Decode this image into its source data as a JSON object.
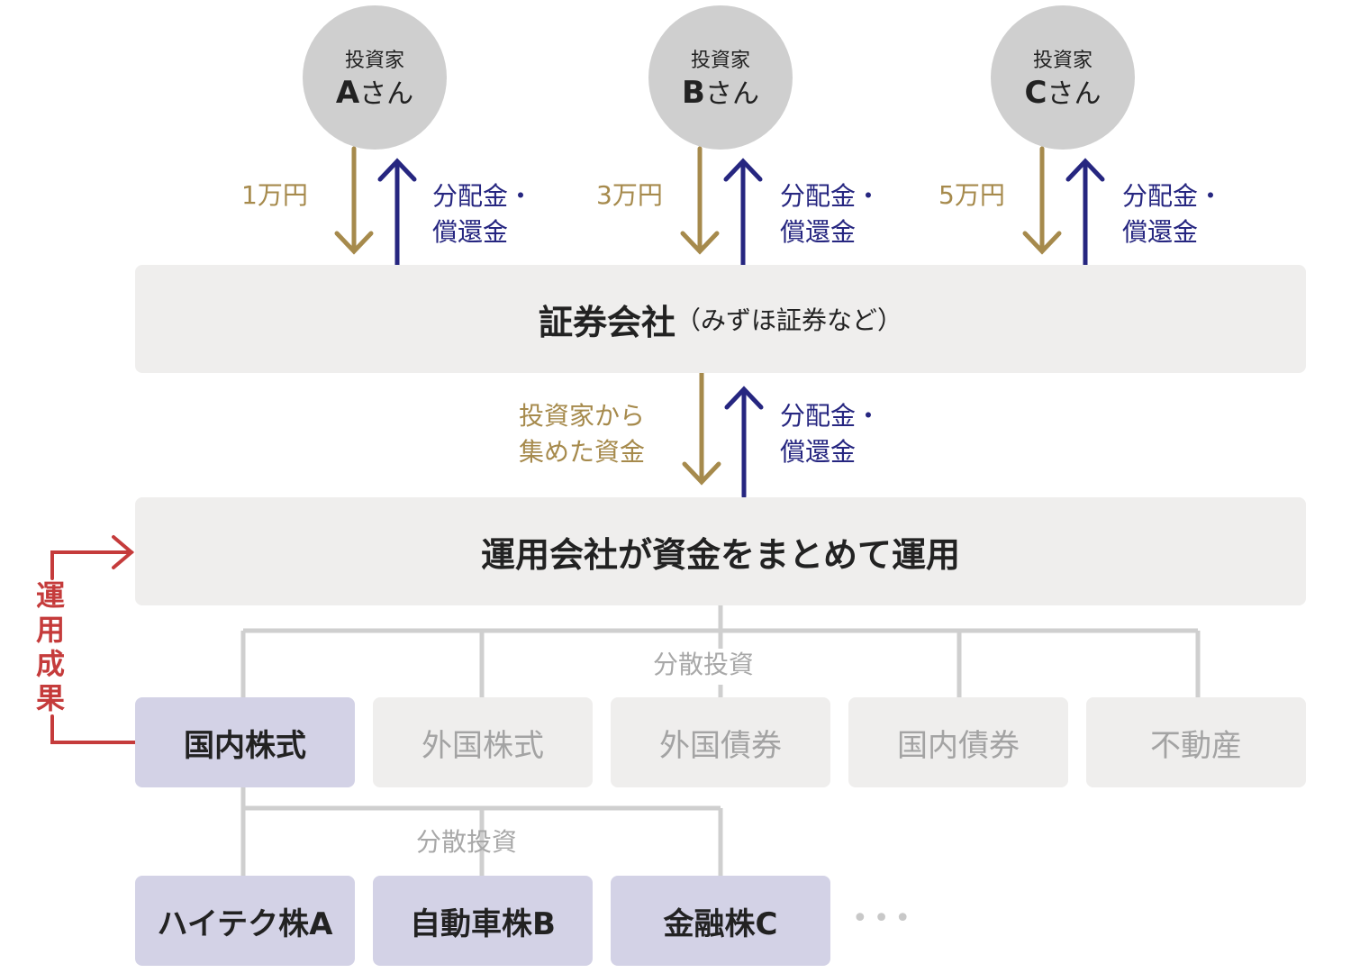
{
  "investors": [
    {
      "label": "投資家",
      "name": "A",
      "suffix": "さん",
      "amount": "1万円",
      "return": [
        "分配金・",
        "償還金"
      ]
    },
    {
      "label": "投資家",
      "name": "B",
      "suffix": "さん",
      "amount": "3万円",
      "return": [
        "分配金・",
        "償還金"
      ]
    },
    {
      "label": "投資家",
      "name": "C",
      "suffix": "さん",
      "amount": "5万円",
      "return": [
        "分配金・",
        "償還金"
      ]
    }
  ],
  "securities": {
    "title": "証券会社",
    "subtitle": "（みずほ証券など）"
  },
  "middle_flow": {
    "down": [
      "投資家から",
      "集めた資金"
    ],
    "up": [
      "分配金・",
      "償還金"
    ]
  },
  "management": {
    "title": "運用会社が資金をまとめて運用"
  },
  "feedback": {
    "label": "運用成果"
  },
  "diversify_label_1": "分散投資",
  "diversify_label_2": "分散投資",
  "assets": [
    "国内株式",
    "外国株式",
    "外国債券",
    "国内債券",
    "不動産"
  ],
  "stocks": [
    "ハイテク株A",
    "自動車株B",
    "金融株C"
  ],
  "ellipsis": "•••",
  "colors": {
    "gold": "#a68a4c",
    "navy": "#262680",
    "red": "#c53b3b",
    "box": "#efeeed",
    "highlight": "#d3d2e6",
    "line": "#cfcfcf"
  }
}
